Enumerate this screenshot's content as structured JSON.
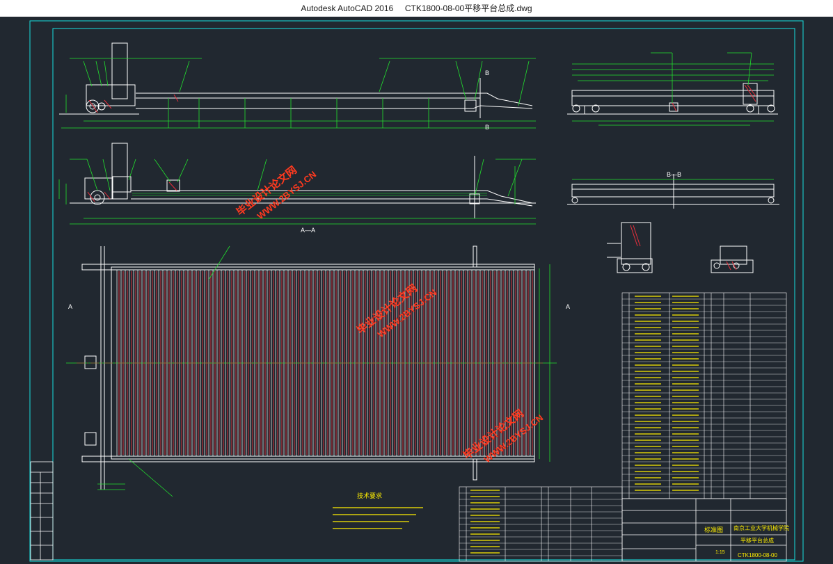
{
  "window": {
    "app_name": "Autodesk AutoCAD 2016",
    "file_name": "CTK1800-08-00平移平台总成.dwg"
  },
  "drawing": {
    "section_label": "A—A",
    "section_bb_label": "B—B",
    "view_marker_a": "A",
    "view_marker_b": "B",
    "tech_req_title": "技术要求",
    "title_block": {
      "school": "南京工业大学机械学院",
      "drawing_name": "平移平台总成",
      "drawing_number": "CTK1800-08-00",
      "stage_label": "标准图",
      "scale_label": "1:15"
    },
    "watermarks": [
      "毕业设计论文网",
      "WWW.2BYSJ.CN"
    ]
  },
  "colors": {
    "background": "#212830",
    "frame": "#17e0e0",
    "geometry": "#ffffff",
    "dimension": "#22e22e",
    "hatch": "#e8303c",
    "label": "#ffee00",
    "watermark": "#ff3a1f"
  }
}
